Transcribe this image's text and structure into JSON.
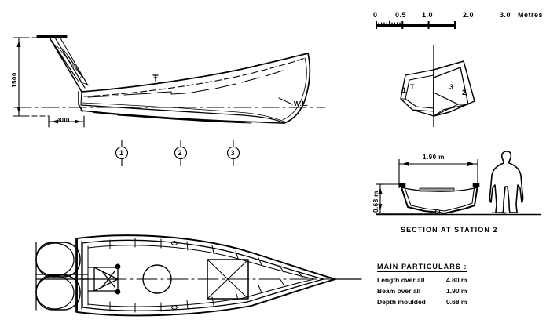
{
  "drawing": {
    "title_block": {
      "heading": "MAIN  PARTICULARS :",
      "rows": [
        {
          "label": "Length over all",
          "value": "4.80 m"
        },
        {
          "label": "Beam  over  all",
          "value": "1.90 m"
        },
        {
          "label": "Depth  moulded",
          "value": "0.68 m"
        }
      ]
    },
    "scale_bar": {
      "unit_label": "Metres",
      "ticks": [
        {
          "label": "0",
          "pos": 0.0
        },
        {
          "label": "0.5",
          "pos": 0.5
        },
        {
          "label": "1.0",
          "pos": 1.0
        },
        {
          "label": "2.0",
          "pos": 2.0
        },
        {
          "label": "3.0",
          "pos": 3.0
        }
      ],
      "minor_step": 0.1,
      "minor_range": [
        0.0,
        1.0
      ],
      "max": 3.0
    },
    "profile_view": {
      "name": "sheer-profile",
      "vertical_dimension": "1500",
      "horizontal_dimension": "800",
      "waterline_label": "W.L.",
      "stations": [
        {
          "label": "1"
        },
        {
          "label": "2"
        },
        {
          "label": "3"
        }
      ]
    },
    "body_plan": {
      "name": "body-plan",
      "labels_left": [
        "1",
        "T"
      ],
      "labels_right": [
        "3",
        "2"
      ]
    },
    "midship_section": {
      "caption": "SECTION AT STATION 2",
      "beam_dimension": "1.90 m",
      "depth_dimension": "0.68 m"
    },
    "plan_view": {
      "name": "deck-plan"
    }
  },
  "style": {
    "ink": "#000000",
    "paper": "#ffffff"
  }
}
